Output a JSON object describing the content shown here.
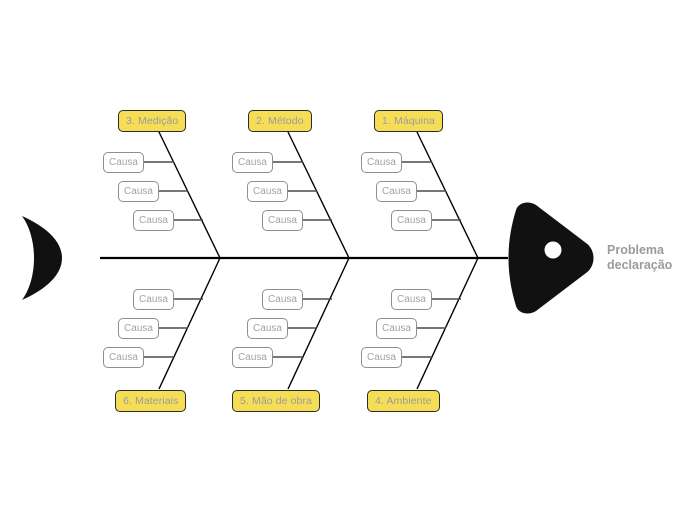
{
  "diagram": {
    "type": "fishbone-ishikawa",
    "background_color": "#ffffff",
    "spine_color": "#000000",
    "category_fill": "#f5de55",
    "category_border": "#2b2b2b",
    "category_text_color": "#9b9b9b",
    "cause_fill": "#ffffff",
    "cause_border": "#8f8f8f",
    "cause_text_color": "#a3a3a3",
    "head_color": "#111111",
    "tail_color": "#111111"
  },
  "problem": {
    "line1": "Problema",
    "line2": "declaração"
  },
  "categories_top": [
    {
      "label": "3. Medição",
      "causes": [
        {
          "label": "Causa"
        },
        {
          "label": "Causa"
        },
        {
          "label": "Causa"
        }
      ]
    },
    {
      "label": "2. Método",
      "causes": [
        {
          "label": "Causa"
        },
        {
          "label": "Causa"
        },
        {
          "label": "Causa"
        }
      ]
    },
    {
      "label": "1. Máquina",
      "causes": [
        {
          "label": "Causa"
        },
        {
          "label": "Causa"
        },
        {
          "label": "Causa"
        }
      ]
    }
  ],
  "categories_bottom": [
    {
      "label": "6. Materiais",
      "causes": [
        {
          "label": "Causa"
        },
        {
          "label": "Causa"
        },
        {
          "label": "Causa"
        }
      ]
    },
    {
      "label": "5. Mão de obra",
      "causes": [
        {
          "label": "Causa"
        },
        {
          "label": "Causa"
        },
        {
          "label": "Causa"
        }
      ]
    },
    {
      "label": "4. Ambiente",
      "causes": [
        {
          "label": "Causa"
        },
        {
          "label": "Causa"
        },
        {
          "label": "Causa"
        }
      ]
    }
  ]
}
